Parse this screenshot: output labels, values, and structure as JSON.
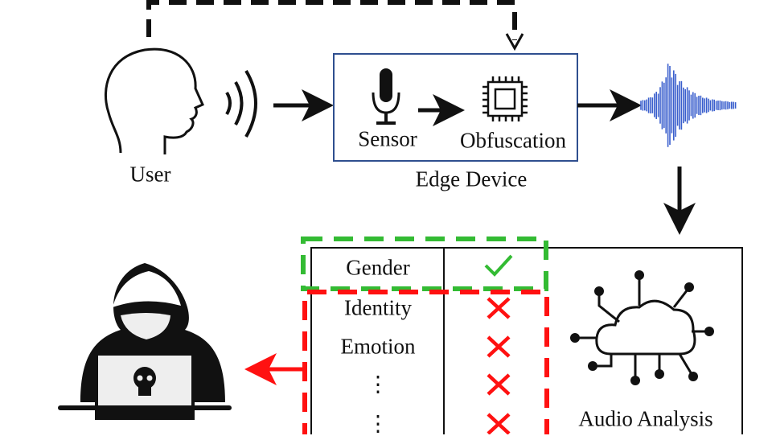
{
  "colors": {
    "edge_box": "#2f4f8f",
    "waveform": "#3a5fcd",
    "allowed": "#33bb33",
    "blocked": "#ff1111",
    "ink": "#111111"
  },
  "user": {
    "label": "User",
    "icon": "human-head-icon"
  },
  "edge_device": {
    "label": "Edge Device",
    "sensor_label": "Sensor",
    "obfuscation_label": "Obfuscation"
  },
  "table": {
    "rows": [
      {
        "attribute": "Gender",
        "status": "check"
      },
      {
        "attribute": "Identity",
        "status": "cross"
      },
      {
        "attribute": "Emotion",
        "status": "cross"
      },
      {
        "attribute": "⋮",
        "status": "cross"
      },
      {
        "attribute": "⋮",
        "status": "cross"
      }
    ]
  },
  "audio_analysis": {
    "label": "Audio Analysis",
    "icon": "cloud-network-icon"
  },
  "attacker": {
    "icon": "hacker-laptop-icon"
  }
}
